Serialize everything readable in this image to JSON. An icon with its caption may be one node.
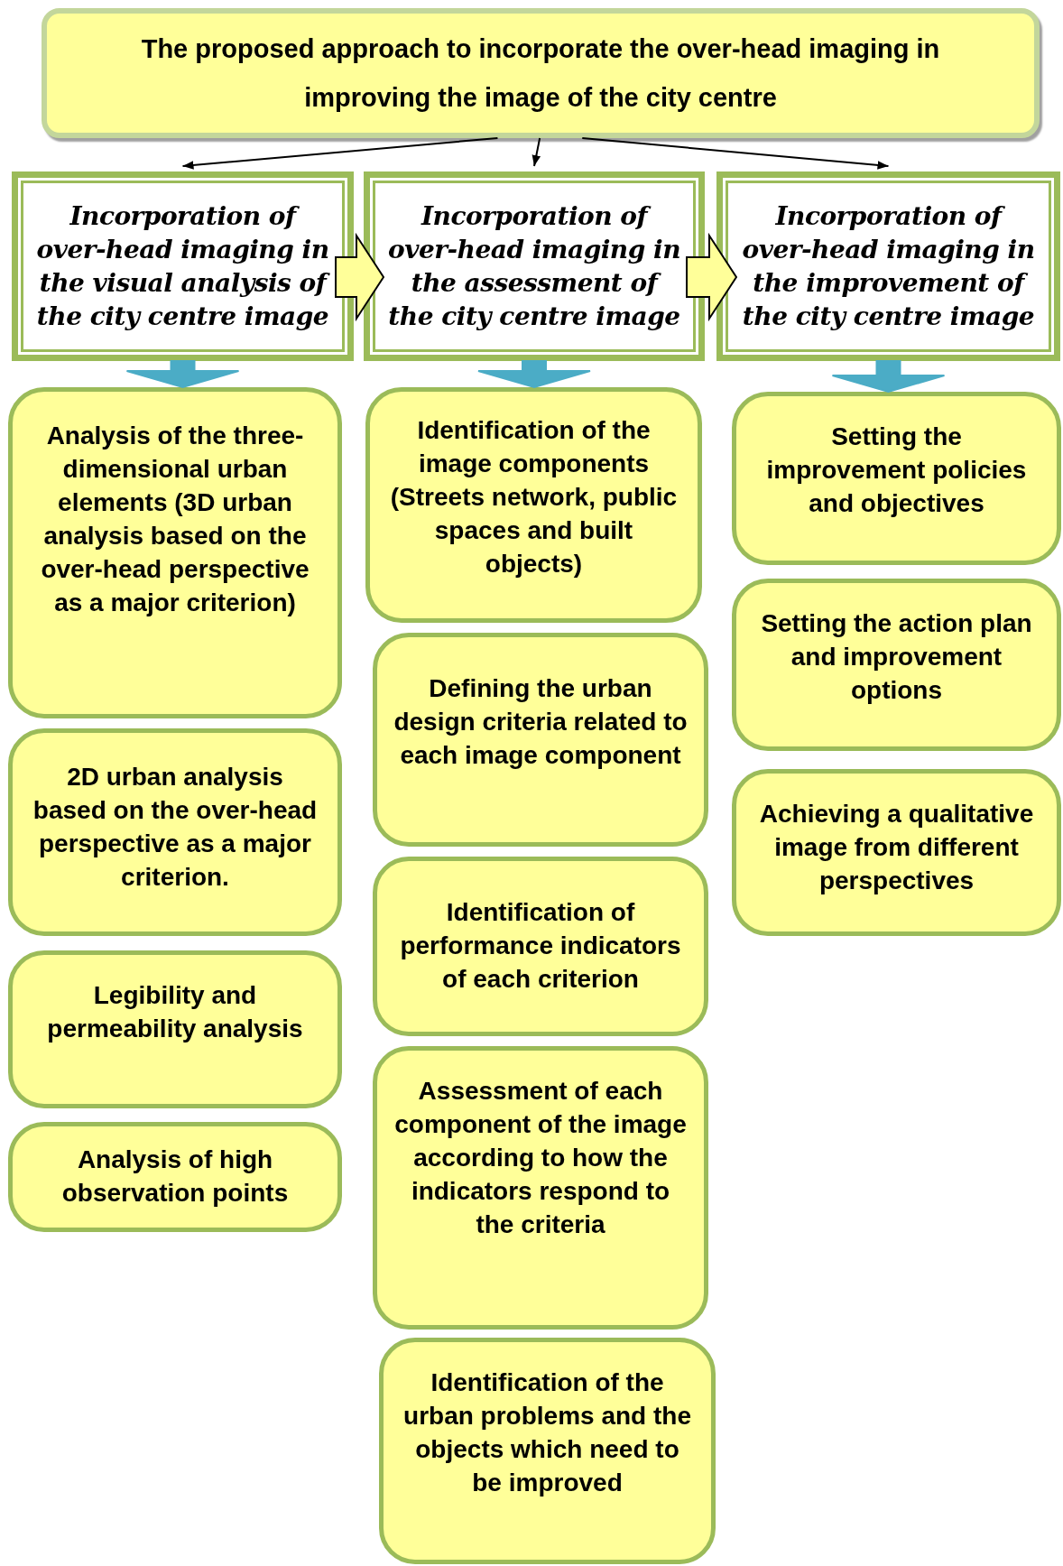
{
  "diagram": {
    "nodes": [
      {
        "text": [
          "The proposed approach to incorporate the over-head imaging in improving the image of the city centre"
        ]
      },
      {
        "text": [
          "Incorporation of over-head imaging in the visual analysis of the city centre image"
        ]
      },
      {
        "text": [
          "Incorporation of over-head imaging in the assessment of the city centre image"
        ]
      },
      {
        "text": [
          "Incorporation of over-head imaging in the improvement of the city centre image"
        ]
      },
      {
        "text": [
          "Analysis of the three-dimensional urban elements (3D urban analysis based on the over-head perspective as a major criterion)"
        ]
      },
      {
        "text": [
          "2D urban analysis based on the over-head perspective as a major criterion."
        ]
      },
      {
        "text": [
          "Legibility and permeability analysis"
        ]
      },
      {
        "text": [
          "Analysis of high observation points"
        ]
      },
      {
        "text": [
          "Identification of the image components (Streets network, public spaces and built objects)"
        ]
      },
      {
        "text": [
          "Defining the urban design criteria related to each image component"
        ]
      },
      {
        "text": [
          "Identification of performance indicators of each criterion"
        ]
      },
      {
        "text": [
          "Assessment of each component of the image according to how the indicators respond to the criteria"
        ]
      },
      {
        "text": [
          "Identification of the urban problems and the objects which need to be improved"
        ]
      },
      {
        "text": [
          "Setting the improvement policies and objectives"
        ]
      },
      {
        "text": [
          "Setting the action plan and improvement options"
        ]
      },
      {
        "text": [
          "Achieving a qualitative image from different perspectives"
        ]
      }
    ],
    "edges": [
      {
        "from": 0,
        "to": 1,
        "arrow": "to"
      },
      {
        "from": 0,
        "to": 2,
        "arrow": "to"
      },
      {
        "from": 0,
        "to": 3,
        "arrow": "to"
      },
      {
        "from": 1,
        "to": 2,
        "arrow": "to",
        "style": "thick",
        "color": "#ffff99"
      },
      {
        "from": 2,
        "to": 3,
        "arrow": "to",
        "style": "thick",
        "color": "#ffff99"
      },
      {
        "from": 1,
        "to": 4,
        "arrow": "to",
        "style": "thick",
        "color": "#4bacc6"
      },
      {
        "from": 2,
        "to": 8,
        "arrow": "to",
        "style": "thick",
        "color": "#4bacc6"
      },
      {
        "from": 3,
        "to": 13,
        "arrow": "to",
        "style": "thick",
        "color": "#4bacc6"
      }
    ]
  }
}
